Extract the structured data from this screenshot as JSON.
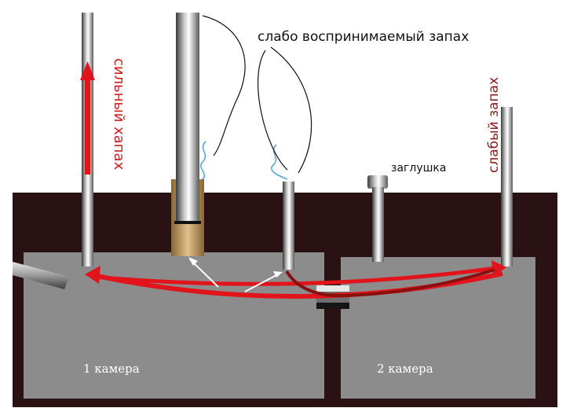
{
  "labels": {
    "faint_smell": "слабо воспринимаемый запах",
    "strong_smell": "сильный хапах",
    "weak_smell": "слабый запах",
    "plug": "заглушка",
    "chamber1": "1 камера",
    "chamber2": "2 камера"
  },
  "colors": {
    "soil": "#2a1214",
    "chamber": "#8c8c8c",
    "arrow_red": "#e2141b",
    "arrow_dark": "#8a1010",
    "text_red": "#d21c1c",
    "text_dark_red": "#8b1a1a",
    "steam": "#5aa6df",
    "sleeve": "#c9a778"
  }
}
